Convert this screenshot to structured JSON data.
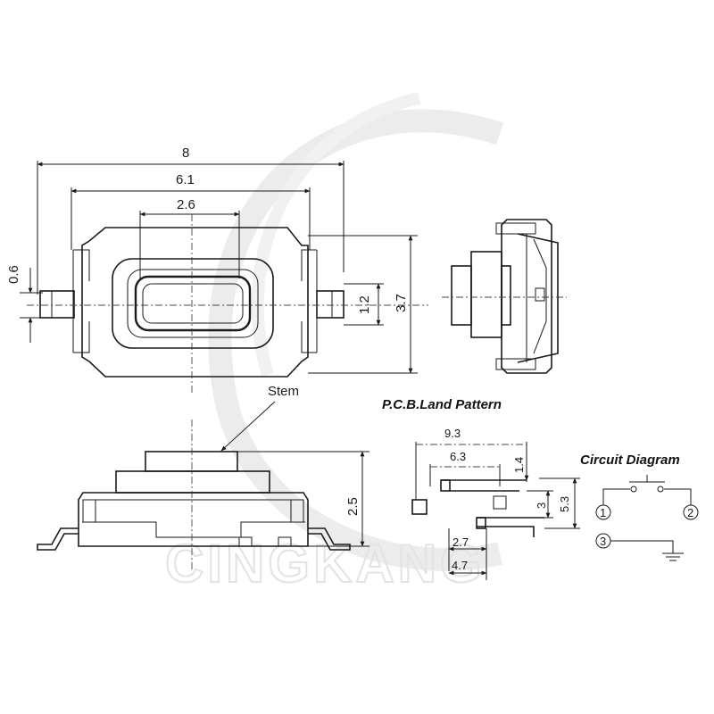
{
  "watermark": {
    "text": "CINGKANG"
  },
  "top_view": {
    "dims": {
      "overall": "8",
      "inner": "6.1",
      "center": "2.6",
      "left": "0.6",
      "lead": "1.2",
      "height": "3.7"
    }
  },
  "side_view": {
    "stem_label": "Stem",
    "height": "2.5"
  },
  "pcb": {
    "title": "P.C.B.Land Pattern",
    "dims": {
      "a": "9.3",
      "b": "6.3",
      "c": "1.4",
      "d": "3",
      "e": "5.3",
      "f": "2.7",
      "g": "4.7"
    }
  },
  "circuit": {
    "title": "Circuit Diagram",
    "pins": [
      "1",
      "2",
      "3"
    ]
  }
}
